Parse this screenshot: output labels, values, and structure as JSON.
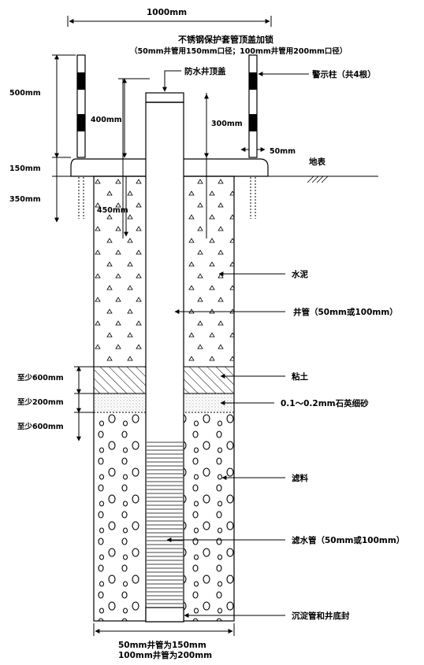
{
  "top": {
    "width_label": "1000mm",
    "title_line1": "不锈钢保护套管顶盖加锁",
    "title_line2": "（50mm井管用150mm口径；100mm井管用200mm口径）"
  },
  "labels": {
    "cap": "防水井顶盖",
    "posts": "警示柱（共4根）",
    "post_width": "50mm",
    "ground": "地表",
    "cement": "水泥",
    "well_pipe": "井管（50mm或100mm）",
    "clay": "粘土",
    "sand": "0.1～0.2mm石英细砂",
    "filter_material": "滤料",
    "screen_pipe": "滤水管（50mm或100mm）",
    "sump": "沉淀管和井底封"
  },
  "dimensions": {
    "d500": "500mm",
    "d400": "400mm",
    "d300": "300mm",
    "d150": "150mm",
    "d350": "350mm",
    "d450": "450mm",
    "clay_min": "至少600mm",
    "sand_min": "至少200mm",
    "filter_min": "至少600mm"
  },
  "bottom": {
    "line1": "50mm井管为150mm",
    "line2": "100mm井管为200mm"
  }
}
